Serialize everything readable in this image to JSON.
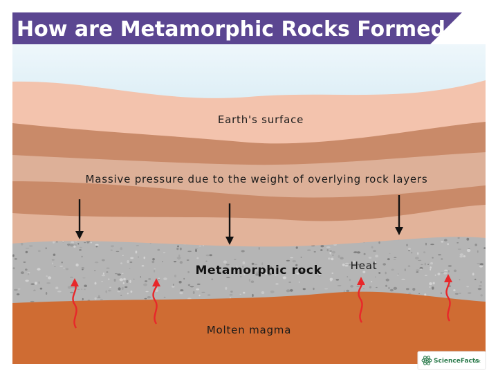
{
  "title": "How are Metamorphic Rocks Formed",
  "labels": {
    "surface": "Earth's surface",
    "pressure": "Massive pressure due to the weight of overlying rock layers",
    "rock": "Metamorphic rock",
    "heat": "Heat",
    "magma": "Molten magma"
  },
  "logo": {
    "name": "ScienceFacts",
    "suffix": ".net"
  },
  "colors": {
    "title_banner": "#5b4691",
    "sky": "#d7ecf5",
    "layer_light": "#f3c3ad",
    "layer_mid": "#d6987a",
    "layer_dark": "#c27c5a",
    "metamorphic": "#b3b3b3",
    "magma": "#cf6c33",
    "heat_arrow": "#e8272a",
    "pressure_arrow": "#111111"
  },
  "icons": [
    "pressure-arrow-icon",
    "heat-arrow-icon",
    "atom-logo-icon"
  ]
}
